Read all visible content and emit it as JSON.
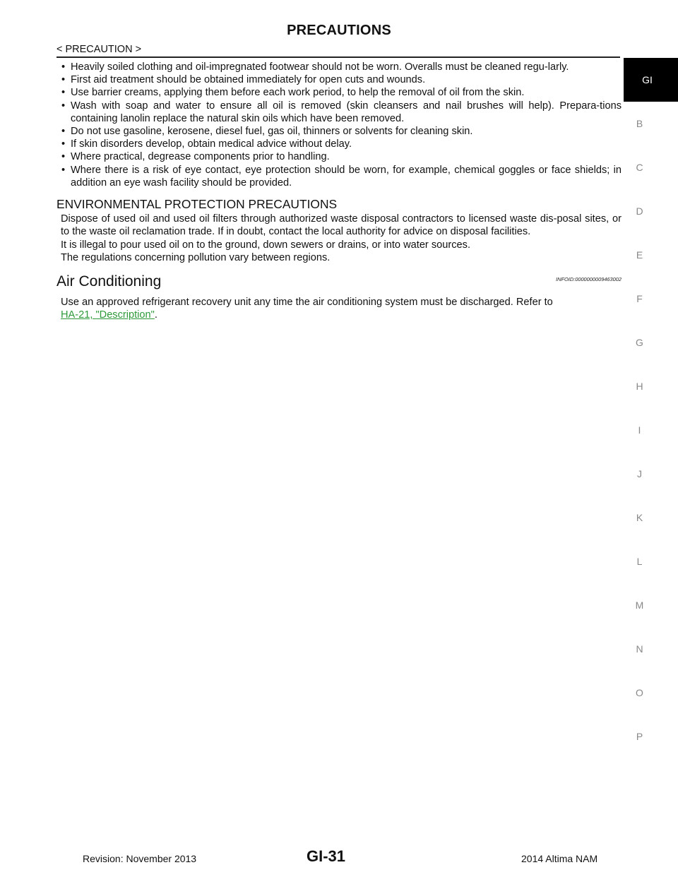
{
  "header": {
    "title": "PRECAUTIONS",
    "breadcrumb": "< PRECAUTION >"
  },
  "bullets": [
    "Heavily soiled clothing and oil-impregnated footwear should not be worn. Overalls must be cleaned regu-larly.",
    "First aid treatment should be obtained immediately for open cuts and wounds.",
    "Use barrier creams, applying them before each work period, to help the removal of oil from the skin.",
    "Wash with soap and water to ensure all oil is removed (skin cleansers and nail brushes will help). Prepara-tions containing lanolin replace the natural skin oils which have been removed.",
    "Do not use gasoline, kerosene, diesel fuel, gas oil, thinners or solvents for cleaning skin.",
    "If skin disorders develop, obtain medical advice without delay.",
    "Where practical, degrease components prior to handling.",
    "Where there is a risk of eye contact, eye protection should be worn, for example, chemical goggles or face shields; in addition an eye wash facility should be provided."
  ],
  "environmental": {
    "heading": "ENVIRONMENTAL PROTECTION PRECAUTIONS",
    "paragraph1": "Dispose of used oil and used oil filters through authorized waste disposal contractors to licensed waste dis-posal sites, or to the waste oil reclamation trade. If in doubt, contact the local authority for advice on disposal facilities.",
    "paragraph2": "It is illegal to pour used oil on to the ground, down sewers or drains, or into water sources.",
    "paragraph3": "The regulations concerning pollution vary between regions."
  },
  "air_conditioning": {
    "title": "Air Conditioning",
    "info_id": "INFOID:0000000009463002",
    "body": "Use an approved refrigerant recovery unit any time the air conditioning system must be discharged. Refer to",
    "link_text": "HA-21, \"Description\"",
    "link_suffix": ".",
    "link_color": "#2e9a3a"
  },
  "side_index": {
    "active": "GI",
    "letters": [
      "B",
      "C",
      "D",
      "E",
      "F",
      "G",
      "H",
      "I",
      "J",
      "K",
      "L",
      "M",
      "N",
      "O",
      "P"
    ]
  },
  "footer": {
    "revision": "Revision: November 2013",
    "page_number": "GI-31",
    "model": "2014 Altima NAM"
  }
}
